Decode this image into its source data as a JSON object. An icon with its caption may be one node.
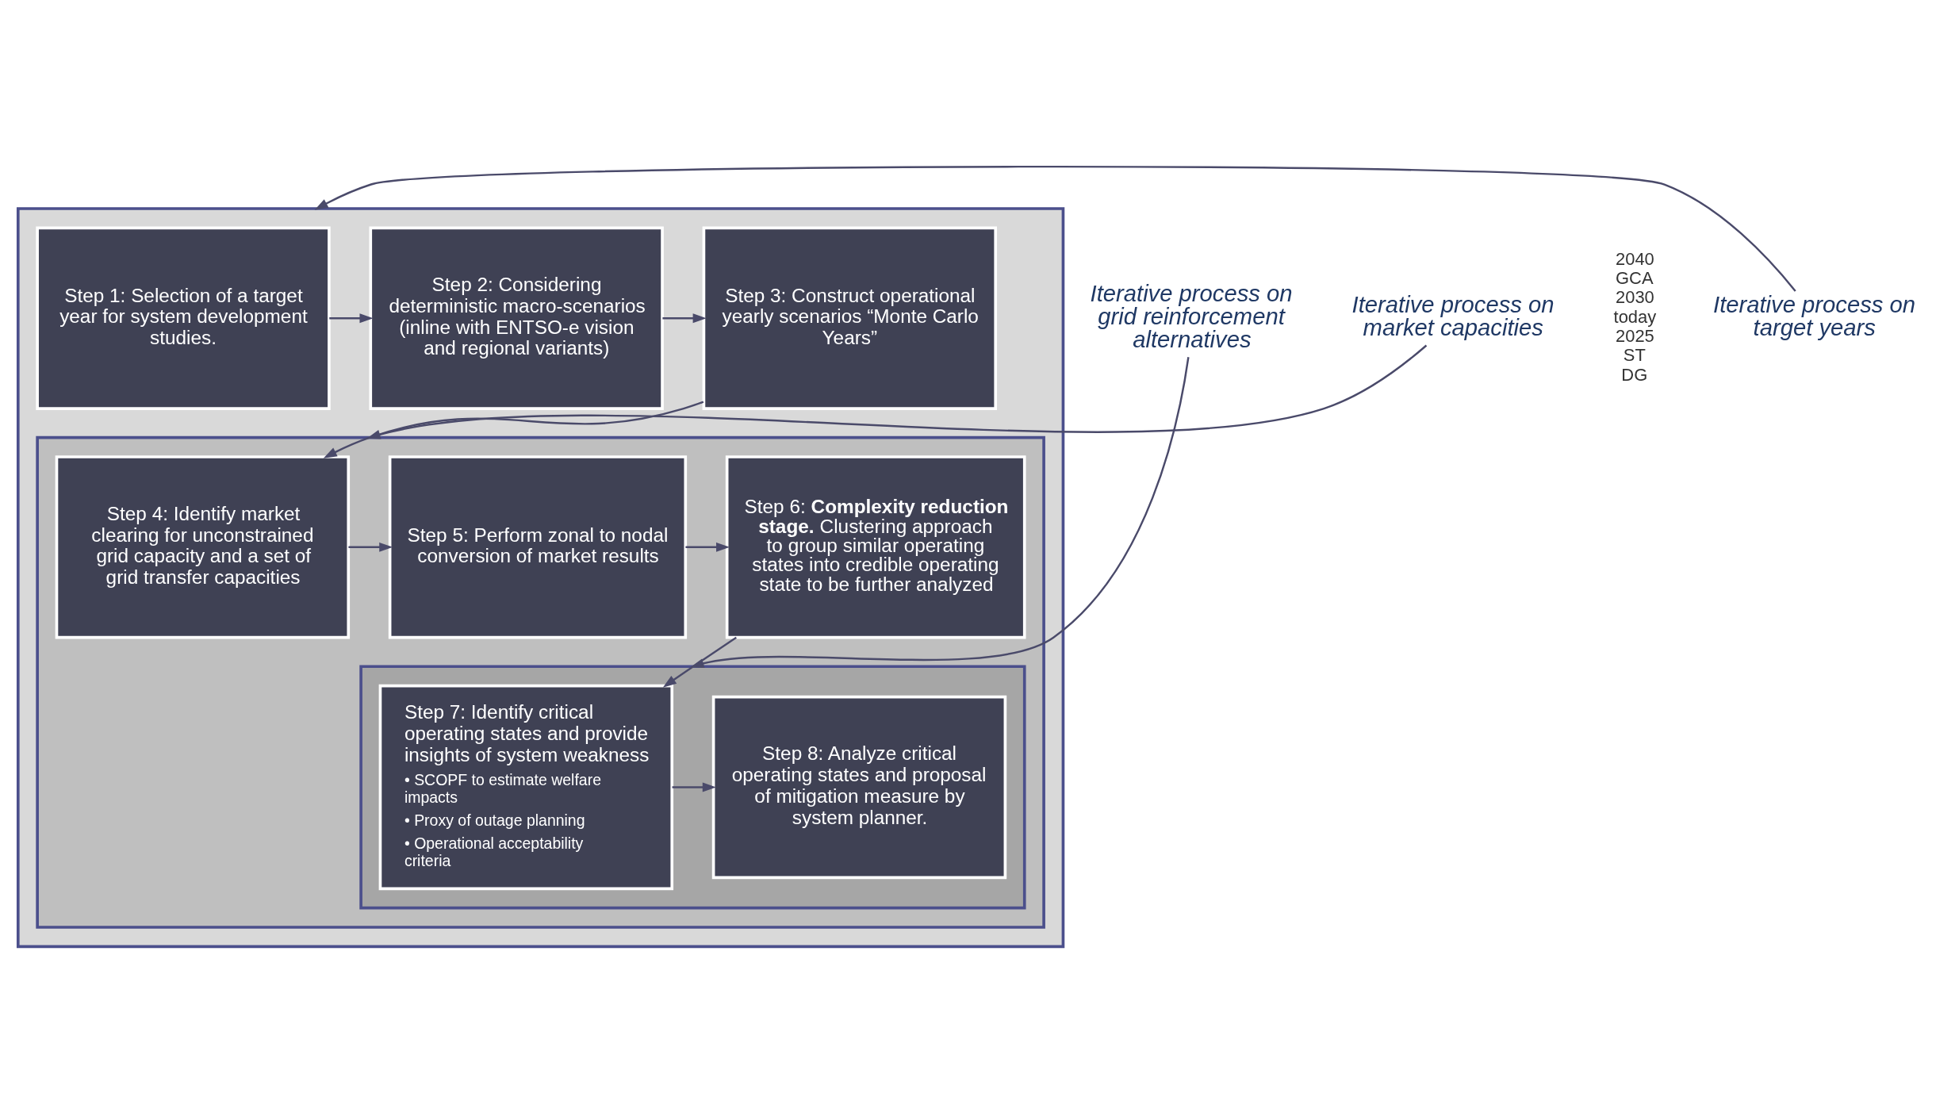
{
  "diagram": {
    "nodes": [
      {
        "text": [],
        "shape": "box"
      },
      {
        "text": [
          "Step 1: Selection of a target year for system development studies."
        ],
        "in": 0
      },
      {
        "text": [
          "Step 2: Considering deterministic macro-scenarios (inline with ENTSO-e vision and regional variants)"
        ],
        "in": 0
      },
      {
        "text": [
          "Step 3: Construct operational yearly scenarios “Monte Carlo Years”"
        ],
        "in": 0
      },
      {
        "text": [],
        "shape": "box",
        "in": 0
      },
      {
        "text": [
          "Step 4: Identify market clearing for unconstrained grid capacity and a set of grid transfer capacities"
        ],
        "in": 4
      },
      {
        "text": [
          "Step 5: Perform zonal to nodal conversion of market results"
        ],
        "in": 4
      },
      {
        "text": [
          "Step 6: **Complexity reduction stage.** Clustering approach to group similar operating states into credible operating state to be further analyzed"
        ],
        "in": 4
      },
      {
        "text": [],
        "shape": "box",
        "in": 4
      },
      {
        "text": [
          "Step 7: Identify critical operating states and provide insights of system weakness",
          "• SCOPF to estimate welfare impacts",
          "• Proxy of outage planning",
          "• Operational acceptability criteria"
        ],
        "in": 8
      },
      {
        "text": [
          "Step 8: Analyze critical operating states and proposal of mitigation measure by system planner."
        ],
        "in": 8
      },
      {
        "text": [
          "2040",
          "GCA",
          "2030",
          "today",
          "2025",
          "ST",
          "DG"
        ]
      },
      {
        "text": [
          "Iterative process on grid reinforcement alternatives"
        ]
      },
      {
        "text": [
          "Iterative process on target years"
        ]
      },
      {
        "text": [
          "Iterative process on market capacities"
        ]
      }
    ],
    "edges": [
      {
        "from": 1,
        "to": 2,
        "arrow": "to"
      },
      {
        "from": 2,
        "to": 3,
        "arrow": "to"
      },
      {
        "from": 3,
        "to": 5,
        "arrow": "to"
      },
      {
        "from": 5,
        "to": 6,
        "arrow": "to"
      },
      {
        "from": 6,
        "to": 7,
        "arrow": "to"
      },
      {
        "from": 7,
        "to": 9,
        "arrow": "to"
      },
      {
        "from": 9,
        "to": 10,
        "arrow": "to"
      },
      {
        "from": 12,
        "to": 8,
        "arrow": "to"
      },
      {
        "from": 13,
        "to": 0,
        "arrow": "to"
      },
      {
        "from": 14,
        "to": 4,
        "arrow": "to"
      }
    ]
  }
}
